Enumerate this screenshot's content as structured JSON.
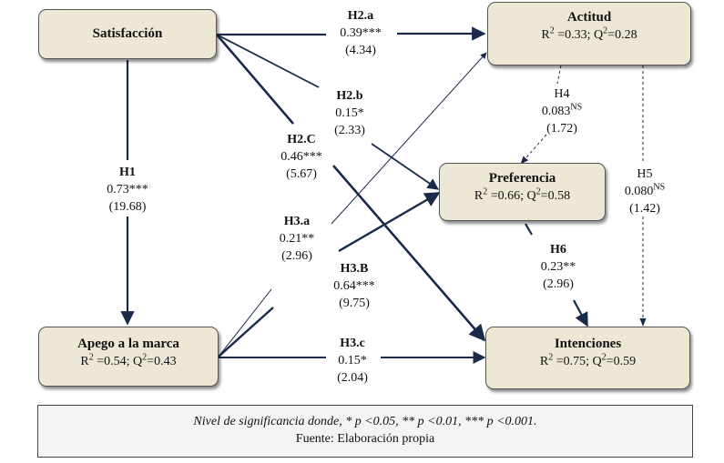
{
  "nodes": {
    "satisfaccion": {
      "title": "Satisfacción"
    },
    "actitud": {
      "title": "Actitud",
      "stats": {
        "r2_prefix": "R",
        "r2_sup": "2",
        "r2_value": " =0.33; Q",
        "q2_sup": "2",
        "q2_value": "=0.28"
      }
    },
    "preferencia": {
      "title": "Preferencia",
      "stats": {
        "r2_prefix": "R",
        "r2_sup": "2",
        "r2_value": " =0.66; Q",
        "q2_sup": "2",
        "q2_value": "=0.58"
      }
    },
    "apego": {
      "title": "Apego a la marca",
      "stats": {
        "r2_prefix": "R",
        "r2_sup": "2",
        "r2_value": " =0.54; Q",
        "q2_sup": "2",
        "q2_value": "=0.43"
      }
    },
    "intenciones": {
      "title": "Intenciones",
      "stats": {
        "r2_prefix": "R",
        "r2_sup": "2",
        "r2_value": " =0.75; Q",
        "q2_sup": "2",
        "q2_value": "=0.59"
      }
    }
  },
  "paths": {
    "h1": {
      "name": "H1",
      "coef": "0.73***",
      "t": "(19.68)"
    },
    "h2a": {
      "name": "H2.a",
      "coef": "0.39***",
      "t": "(4.34)"
    },
    "h2b": {
      "name": "H2.b",
      "coef": "0.15*",
      "t": "(2.33)"
    },
    "h2c": {
      "name": "H2.C",
      "coef": "0.46***",
      "t": "(5.67)"
    },
    "h3a": {
      "name": "H3.a",
      "coef": "0.21**",
      "t": "(2.96)"
    },
    "h3b": {
      "name": "H3.B",
      "coef": "0.64***",
      "t": "(9.75)"
    },
    "h3c": {
      "name": "H3.c",
      "coef": "0.15*",
      "t": "(2.04)"
    },
    "h4": {
      "name": "H4",
      "coef": "0.083",
      "coef_sup": "NS",
      "t": "(1.72)"
    },
    "h5": {
      "name": "H5",
      "coef": "0.080",
      "coef_sup": "NS",
      "t": "(1.42)"
    },
    "h6": {
      "name": "H6",
      "coef": "0.23**",
      "t": "(2.96)"
    }
  },
  "note": {
    "significance": "Nivel de significancia donde, * p <0.05, ** p <0.01, *** p <0.001.",
    "source": "Fuente: Elaboración propia"
  },
  "colors": {
    "arrow": "#1a2a4a",
    "node_fill": "#ede8d6",
    "note_fill": "#f4f4f4"
  }
}
